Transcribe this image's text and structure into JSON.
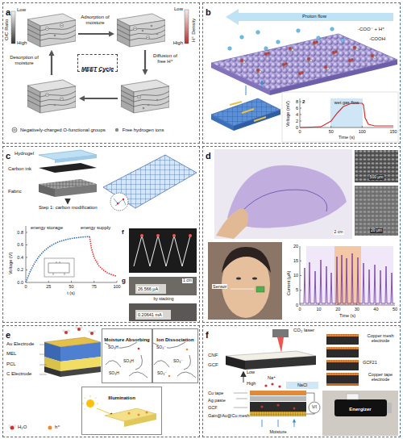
{
  "diagram": {
    "nodes": [
      {
        "text": [
          "a"
        ]
      },
      {
        "text": [
          "MEET Cycle"
        ],
        "in": 0
      },
      {
        "text": [
          "b"
        ]
      },
      {
        "text": [
          "c"
        ]
      },
      {
        "text": [
          "d"
        ]
      },
      {
        "text": [
          "e"
        ]
      },
      {
        "text": [
          "Moisture Absorbing"
        ],
        "in": 5
      },
      {
        "text": [
          "Ion Dissociation"
        ],
        "in": 5
      },
      {
        "text": [
          "Illumination"
        ],
        "in": 5
      },
      {
        "text": [
          "f"
        ]
      }
    ],
    "labels": [
      "Low",
      "O/C Ratio",
      "High",
      "Adsorption of moisture",
      "Low",
      "H⁺ Density",
      "High",
      "Diffusion of free H⁺",
      "Desorption of moisture",
      "Proton flow",
      "-COO⁻ + H⁺",
      "-COOH",
      "2",
      "wet gas flow",
      "Voltage (mV)",
      "0",
      "2",
      "4",
      "6",
      "8",
      "0",
      "50",
      "100",
      "150",
      "Time (s)",
      "Hydrogel",
      "Carbon ink",
      "Fabric",
      "Step 1: carbon modification",
      "energy storage",
      "energy supply",
      "Voltage (V)",
      "0.0",
      "0.2",
      "0.4",
      "0.6",
      "0.8",
      "0",
      "25",
      "50",
      "75",
      "100",
      "t (s)",
      "f",
      "g",
      "1 cm",
      "26.566 μA",
      "by stacking",
      "0.20641 mA",
      "500 μm",
      "2 cm",
      "20 μm",
      "Sensor",
      "Current (μA)",
      "0",
      "5",
      "10",
      "15",
      "20",
      "0",
      "10",
      "20",
      "30",
      "40",
      "50",
      "Time (s)",
      "Au Electrode",
      "MEL",
      "PCL",
      "C Electrode",
      "H₂O",
      "h⁺",
      "SO₃H",
      "SO₃H",
      "SO₃H",
      "SO₃⁻",
      "SO₃⁻",
      "SO₃⁻",
      "CO₂ laser",
      "CNF",
      "GCF",
      "Low",
      "High",
      "Na⁺",
      "NaCl",
      "Copper mesh electrode",
      "GCF21",
      "Copper tape electrode",
      "Cu tape",
      "Ag paste",
      "GCF",
      "Gain@Au@Cu mesh",
      "Moisture",
      "V/I",
      "Energizer"
    ],
    "legend": [
      {
        "text": "Negatively-charged O-functional groups"
      },
      {
        "text": "Free hydrogen ions"
      }
    ]
  }
}
